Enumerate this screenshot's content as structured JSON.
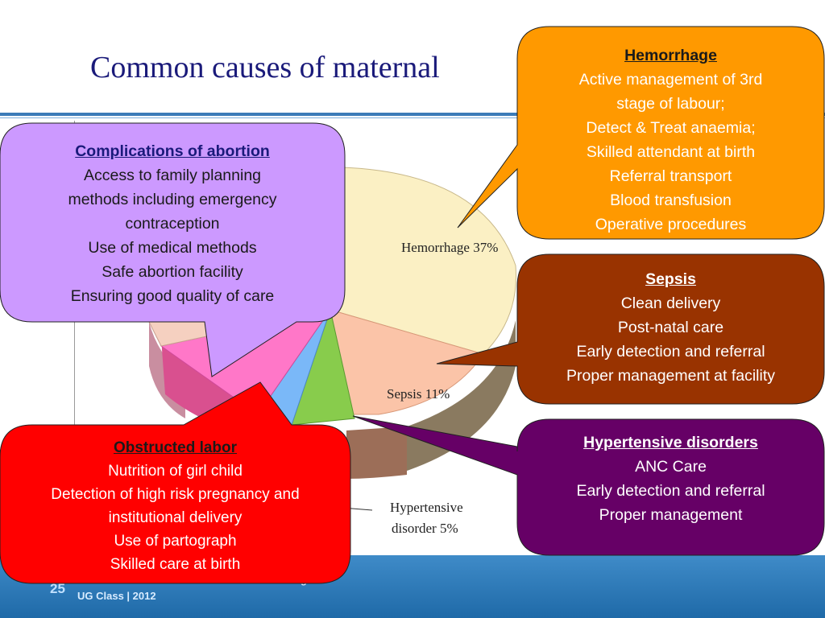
{
  "slide": {
    "title": "Common causes of maternal",
    "page_number": "25",
    "footer_class": "UG Class | 2012",
    "footer_program": "rogram"
  },
  "pie": {
    "labels": {
      "hemorrhage": "Hemorrhage 37%",
      "sepsis": "Sepsis 11%",
      "hypertensive_line1": "Hypertensive",
      "hypertensive_line2": "disorder 5%"
    }
  },
  "bubbles": {
    "abortion": {
      "heading": "Complications of abortion",
      "lines": [
        "Access to family planning",
        "methods including emergency",
        "contraception",
        "Use of medical methods",
        "Safe abortion facility",
        "Ensuring good quality of care"
      ],
      "color": "#cc99ff"
    },
    "hemorrhage": {
      "heading": "Hemorrhage",
      "lines": [
        "Active management of 3rd",
        "stage of labour;",
        "Detect & Treat anaemia;",
        "Skilled attendant at birth",
        "Referral transport",
        "Blood transfusion",
        "Operative procedures"
      ],
      "color": "#ff9900"
    },
    "sepsis": {
      "heading": "Sepsis",
      "lines": [
        "Clean delivery",
        "Post-natal care",
        "Early detection and referral",
        "Proper management at facility"
      ],
      "color": "#993300"
    },
    "obstructed": {
      "heading": "Obstructed labor",
      "lines": [
        "Nutrition of girl child",
        "Detection of high risk pregnancy and",
        "institutional delivery",
        "Use of partograph",
        "Skilled care at birth"
      ],
      "color": "#ff0000"
    },
    "hypertensive": {
      "heading": "Hypertensive disorders",
      "lines": [
        "ANC Care",
        "Early detection and referral",
        "Proper management"
      ],
      "color": "#660066"
    }
  }
}
